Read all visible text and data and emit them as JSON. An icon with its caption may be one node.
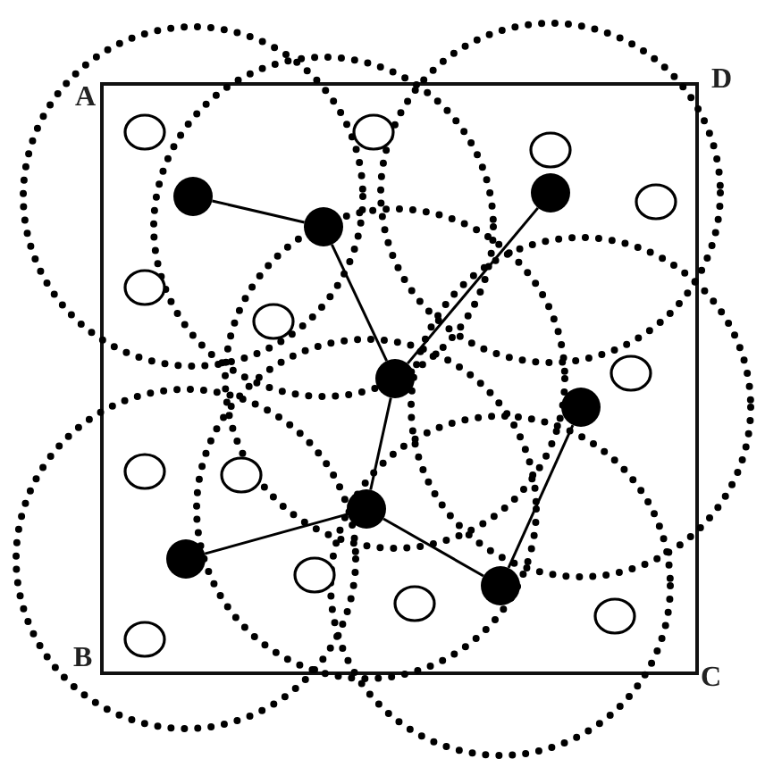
{
  "diagram": {
    "nodes": [
      {
        "text": [],
        "shape": "circle"
      },
      {
        "text": [],
        "shape": "circle"
      },
      {
        "text": [],
        "shape": "circle"
      },
      {
        "text": [],
        "shape": "circle"
      },
      {
        "text": [],
        "shape": "circle"
      },
      {
        "text": [],
        "shape": "circle"
      },
      {
        "text": [],
        "shape": "circle"
      },
      {
        "text": [],
        "shape": "circle"
      }
    ],
    "edges": [
      {
        "from": 0,
        "to": 1,
        "arrow": "none"
      },
      {
        "from": 1,
        "to": 3,
        "arrow": "none"
      },
      {
        "from": 2,
        "to": 3,
        "arrow": "none"
      },
      {
        "from": 3,
        "to": 5,
        "arrow": "none"
      },
      {
        "from": 5,
        "to": 6,
        "arrow": "none"
      },
      {
        "from": 5,
        "to": 7,
        "arrow": "none"
      },
      {
        "from": 7,
        "to": 4,
        "arrow": "none"
      }
    ],
    "labels": [
      "A",
      "D",
      "B",
      "C"
    ]
  }
}
